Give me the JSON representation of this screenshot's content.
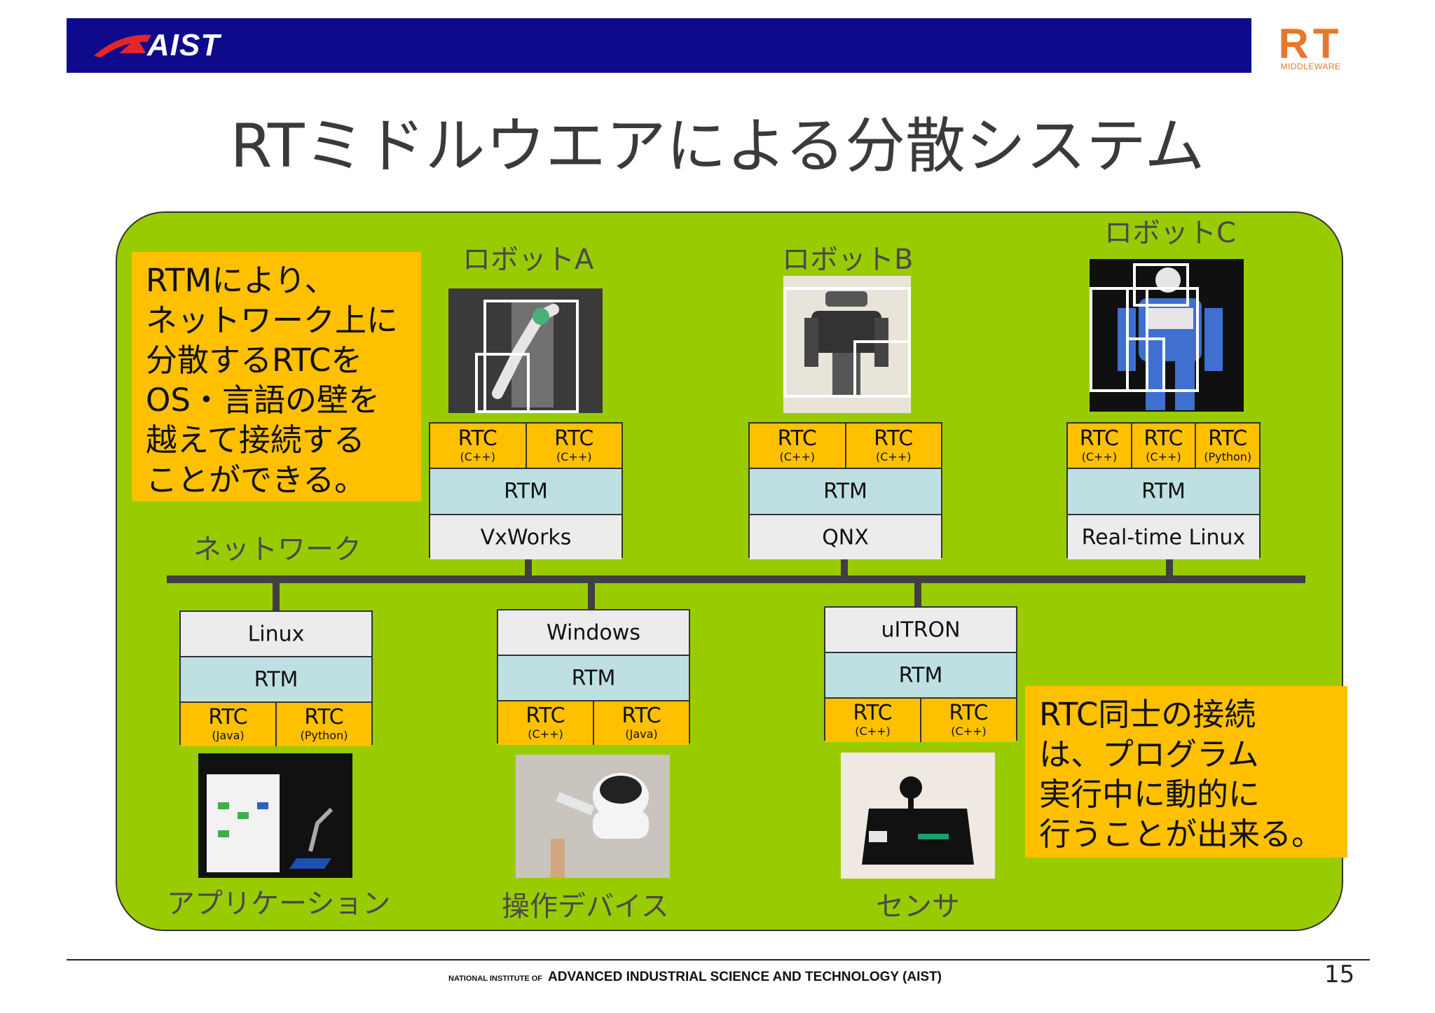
{
  "header": {
    "logo_text": "AIST",
    "rt_logo": {
      "mark": "RT",
      "sub": "MIDDLEWARE"
    }
  },
  "title": "RTミドルウエアによる分散システム",
  "notes": {
    "top_left": "RTMにより、\nネットワーク上に\n分散するRTCを\nOS・言語の壁を\n越えて接続する\nことができる。",
    "bottom_right": "RTC同士の接続\nは、プログラム\n実行中に動的に\n行うことが出来る。"
  },
  "network_label": "ネットワーク",
  "robots": [
    {
      "label": "ロボットA",
      "os": "VxWorks",
      "rtm": "RTM",
      "rtcs": [
        {
          "name": "RTC",
          "lang": "(C++)"
        },
        {
          "name": "RTC",
          "lang": "(C++)"
        }
      ]
    },
    {
      "label": "ロボットB",
      "os": "QNX",
      "rtm": "RTM",
      "rtcs": [
        {
          "name": "RTC",
          "lang": "(C++)"
        },
        {
          "name": "RTC",
          "lang": "(C++)"
        }
      ]
    },
    {
      "label": "ロボットC",
      "os": "Real-time Linux",
      "rtm": "RTM",
      "rtcs": [
        {
          "name": "RTC",
          "lang": "(C++)"
        },
        {
          "name": "RTC",
          "lang": "(C++)"
        },
        {
          "name": "RTC",
          "lang": "(Python)"
        }
      ]
    }
  ],
  "devices": [
    {
      "label": "アプリケーション",
      "os": "Linux",
      "rtm": "RTM",
      "rtcs": [
        {
          "name": "RTC",
          "lang": "(Java)"
        },
        {
          "name": "RTC",
          "lang": "(Python)"
        }
      ]
    },
    {
      "label": "操作デバイス",
      "os": "Windows",
      "rtm": "RTM",
      "rtcs": [
        {
          "name": "RTC",
          "lang": "(C++)"
        },
        {
          "name": "RTC",
          "lang": "(Java)"
        }
      ]
    },
    {
      "label": "センサ",
      "os": "uITRON",
      "rtm": "RTM",
      "rtcs": [
        {
          "name": "RTC",
          "lang": "(C++)"
        },
        {
          "name": "RTC",
          "lang": "(C++)"
        }
      ]
    }
  ],
  "footer": {
    "prefix": "NATIONAL INSTITUTE OF",
    "org": "ADVANCED INDUSTRIAL SCIENCE AND TECHNOLOGY (AIST)",
    "page": "15"
  },
  "colors": {
    "header": "#0d0b8c",
    "panel": "#99cc00",
    "note": "#ffc000",
    "rtm": "#bfe0e2",
    "os": "#ececec",
    "rt_orange": "#e8772e"
  }
}
